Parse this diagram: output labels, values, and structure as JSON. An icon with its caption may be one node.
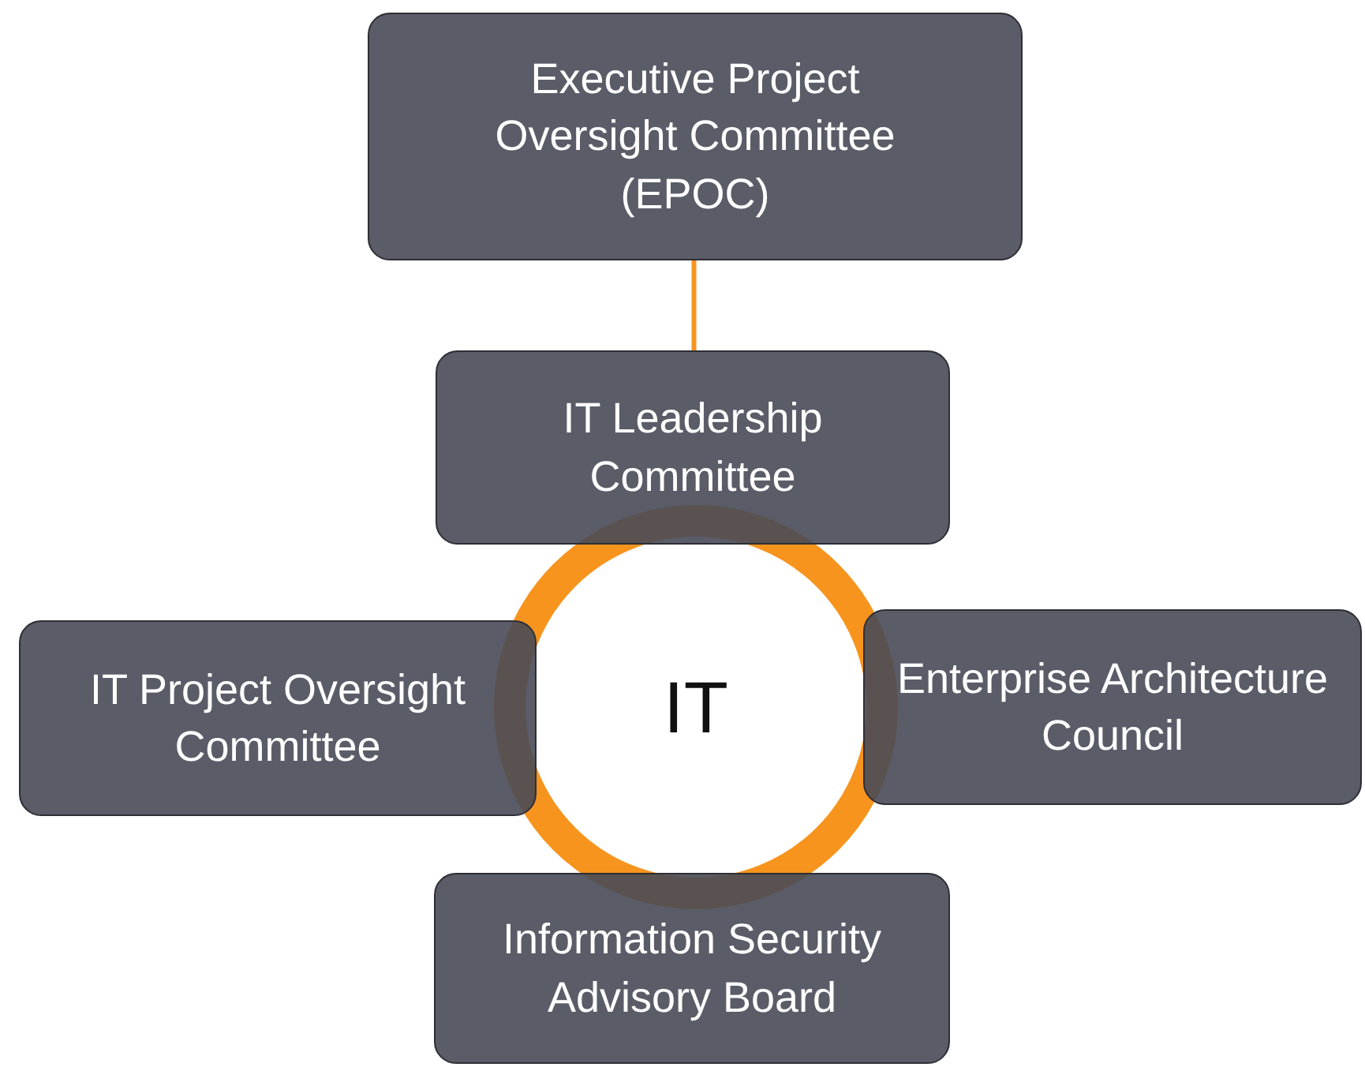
{
  "diagram": {
    "nodes": [
      {
        "text": [
          "Executive Project Oversight Committee (EPOC)"
        ]
      },
      {
        "text": [
          "IT Leadership Committee"
        ]
      },
      {
        "text": [
          "IT"
        ]
      },
      {
        "text": [
          "IT Project Oversight Committee"
        ]
      },
      {
        "text": [
          "Enterprise Architecture Council"
        ]
      },
      {
        "text": [
          "Information Security Advisory Board"
        ]
      }
    ],
    "edges": [
      {
        "from": 0,
        "to": 1,
        "arrow": "none",
        "color": "#f7941d"
      }
    ]
  }
}
